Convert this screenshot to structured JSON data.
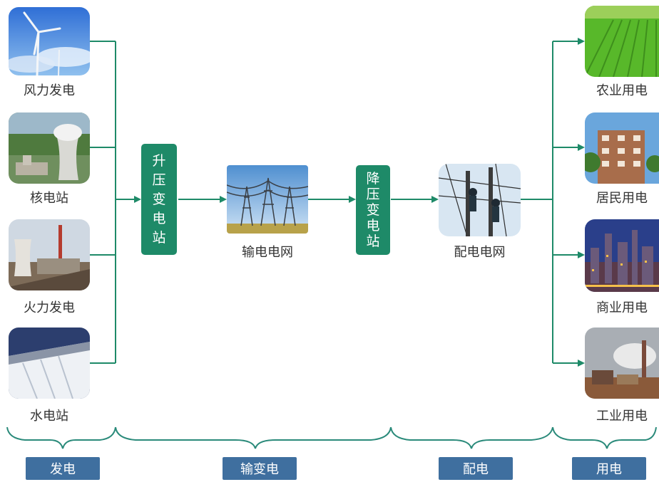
{
  "generation": [
    {
      "icon": "wind-turbine-photo",
      "label": "风力发电"
    },
    {
      "icon": "nuclear-plant-photo",
      "label": "核电站"
    },
    {
      "icon": "thermal-plant-photo",
      "label": "火力发电"
    },
    {
      "icon": "hydro-dam-photo",
      "label": "水电站"
    }
  ],
  "step_up": {
    "chars": [
      "升",
      "压",
      "变",
      "电",
      "站"
    ]
  },
  "transmission": {
    "icon": "pylon-photo",
    "label": "输电电网"
  },
  "step_down": {
    "chars": [
      "降",
      "压",
      "变",
      "电",
      "站"
    ]
  },
  "distribution": {
    "icon": "line-workers-photo",
    "label": "配电电网"
  },
  "consumption": [
    {
      "icon": "farmland-photo",
      "label": "农业用电"
    },
    {
      "icon": "apartment-building-photo",
      "label": "居民用电"
    },
    {
      "icon": "city-night-photo",
      "label": "商业用电"
    },
    {
      "icon": "factory-photo",
      "label": "工业用电"
    }
  ],
  "stages": {
    "generation": "发电",
    "transmission": "输变电",
    "distribution": "配电",
    "consumption": "用电"
  },
  "colors": {
    "line": "#1e8a68",
    "box": "#1e8a68",
    "brace": "#2a8a7a",
    "pill": "#3f6f9f"
  }
}
